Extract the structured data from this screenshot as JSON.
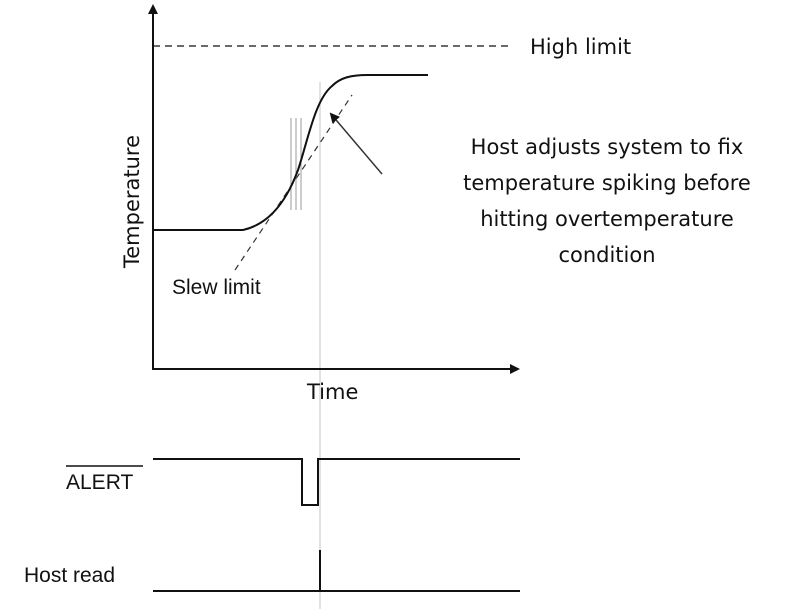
{
  "labels": {
    "high_limit": "High limit",
    "y_axis": "Temperature",
    "x_axis": "Time",
    "slew_limit": "Slew limit",
    "annotation": [
      "Host adjusts system to fix",
      "temperature spiking before",
      "hitting overtemperature",
      "condition"
    ],
    "alert_signal": "ALERT",
    "host_read_signal": "Host read"
  },
  "colors": {
    "ink": "#111111",
    "guide": "#b8b8b8"
  }
}
